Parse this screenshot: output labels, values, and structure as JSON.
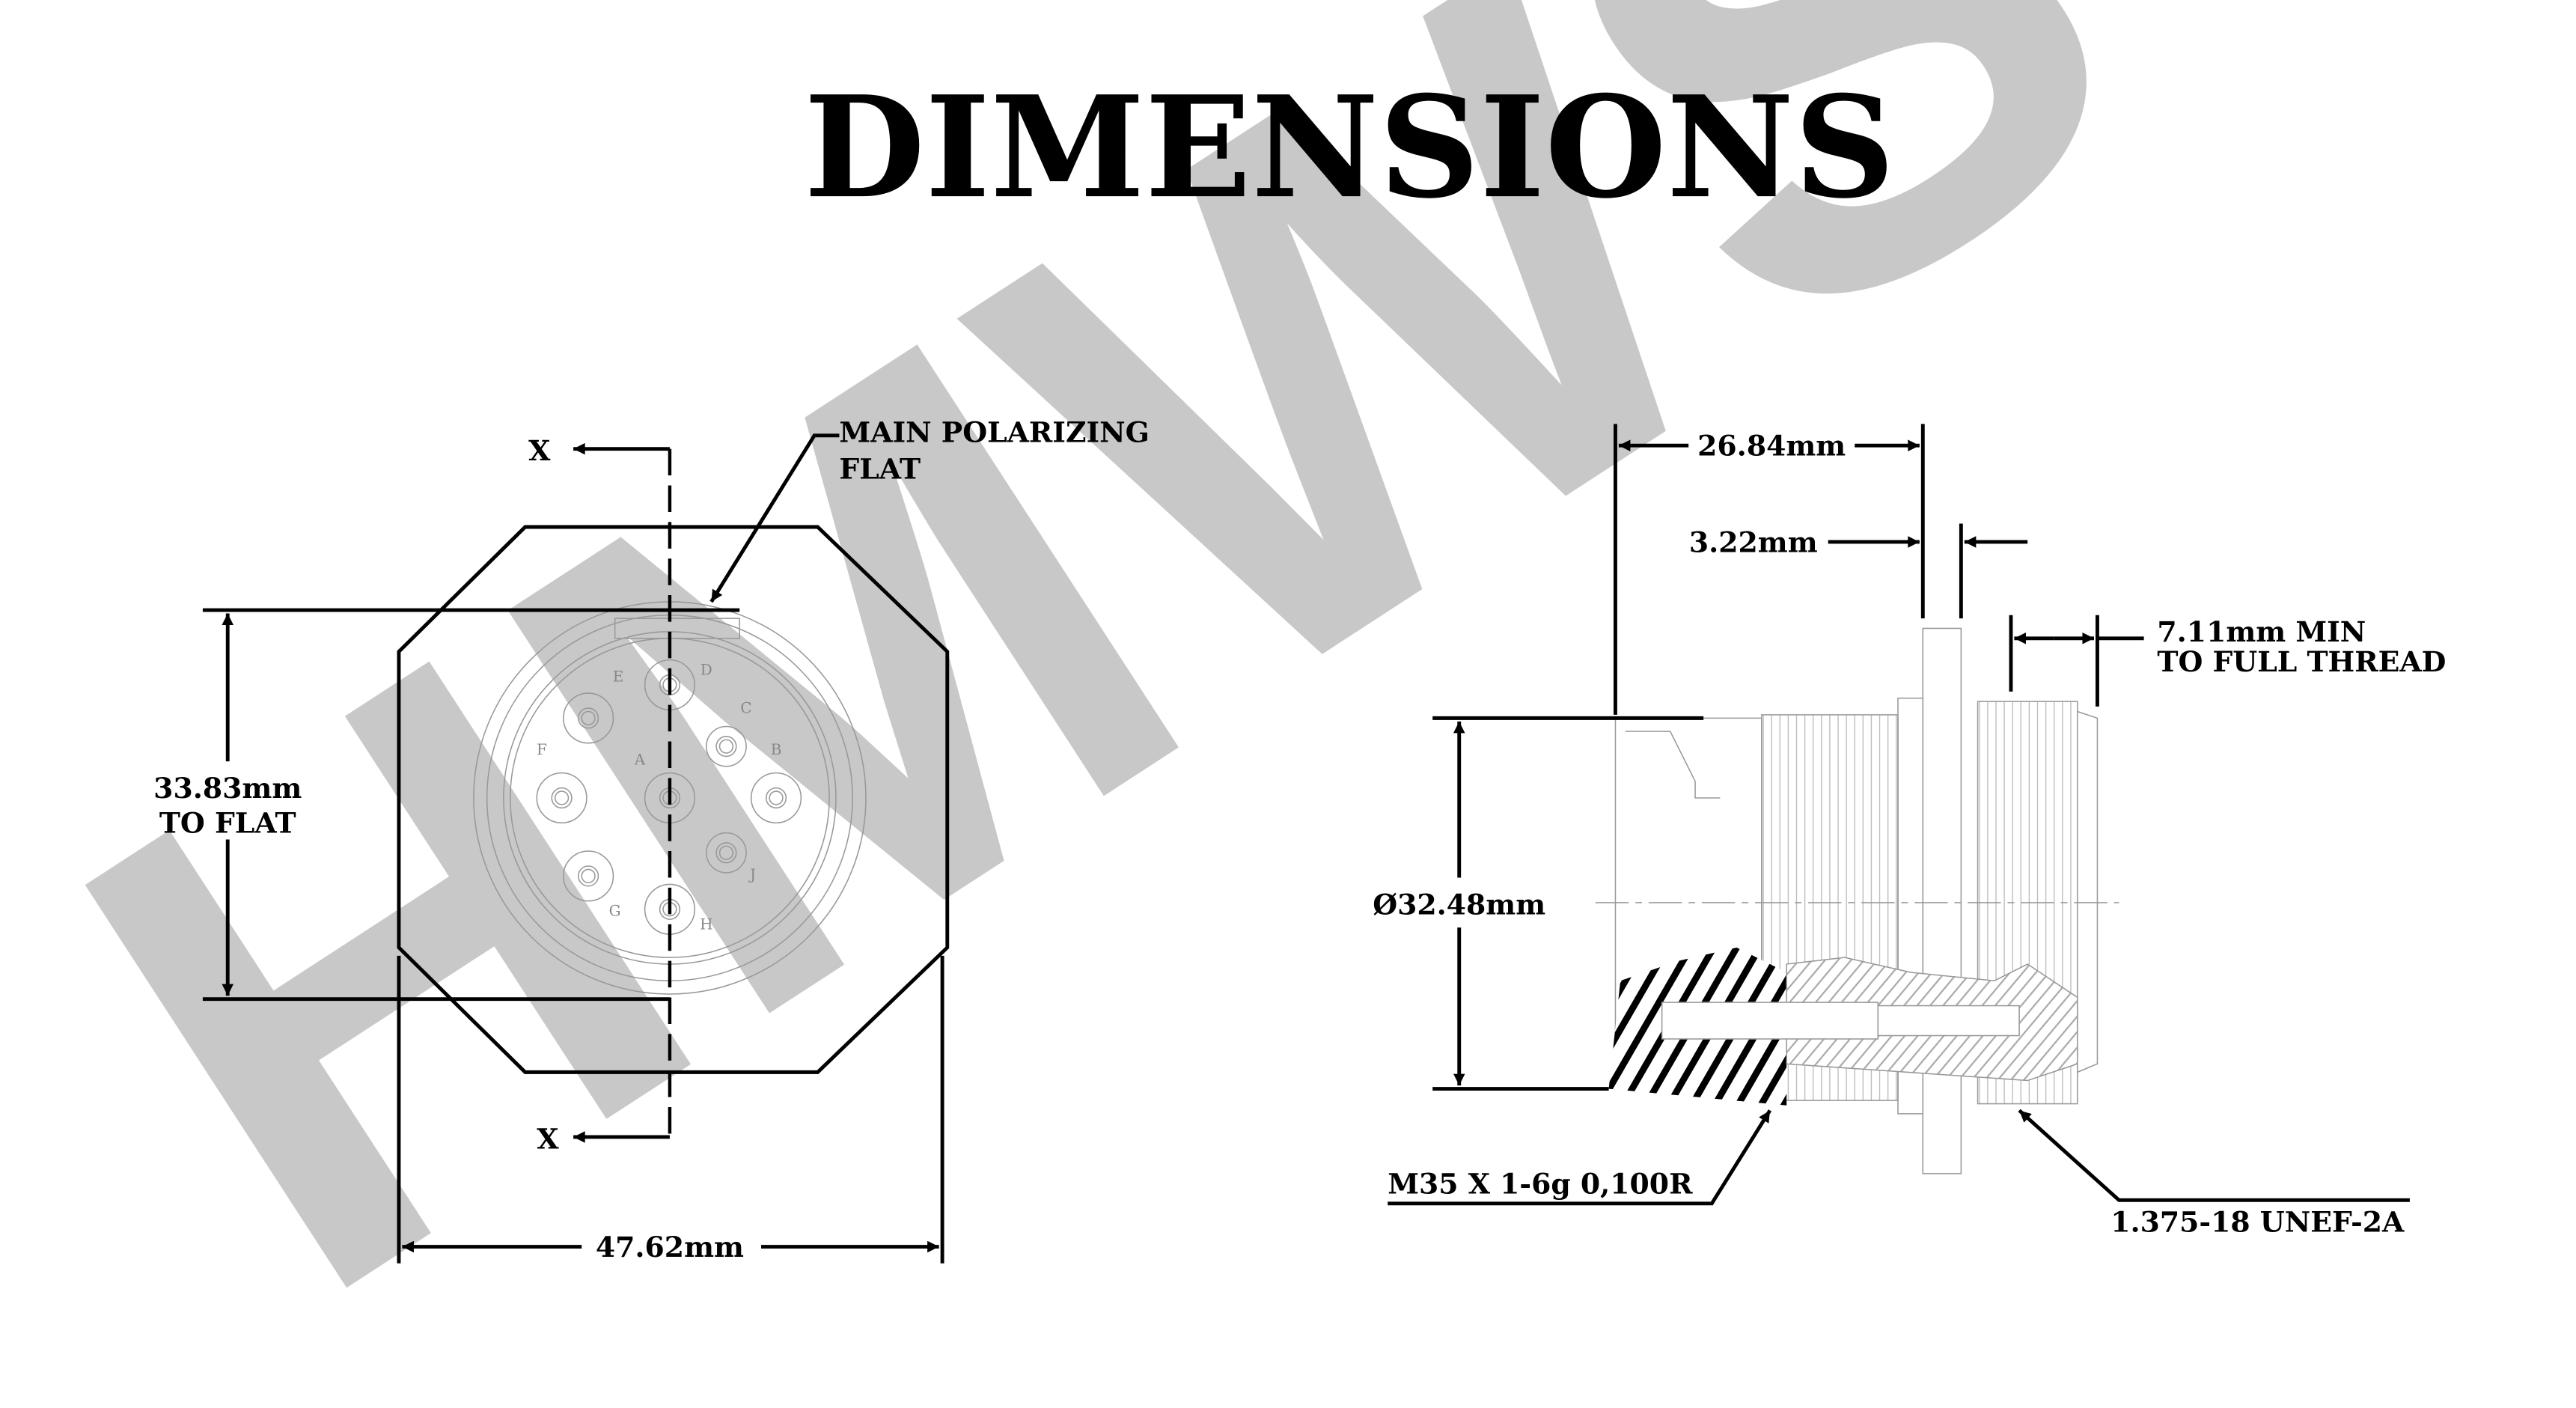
{
  "title": "DIMENSIONS",
  "watermark": "HMWS",
  "front_view": {
    "section_marker_top": "X",
    "section_marker_bottom": "X",
    "polarizing_label_line1": "MAIN POLARIZING",
    "polarizing_label_line2": "FLAT",
    "flat_dim_line1": "33.83mm",
    "flat_dim_line2": "TO FLAT",
    "width_dim": "47.62mm",
    "pins": [
      "A",
      "B",
      "C",
      "D",
      "E",
      "F",
      "G",
      "H",
      "J"
    ]
  },
  "side_view": {
    "length_dim": "26.84mm",
    "flange_dim": "3.22mm",
    "thread_dim_line1": "7.11mm MIN",
    "thread_dim_line2": "TO FULL THREAD",
    "diameter_dim": "Ø32.48mm",
    "thread_metric": "M35 X 1-6g 0,100R",
    "thread_unef": "1.375-18 UNEF-2A"
  }
}
